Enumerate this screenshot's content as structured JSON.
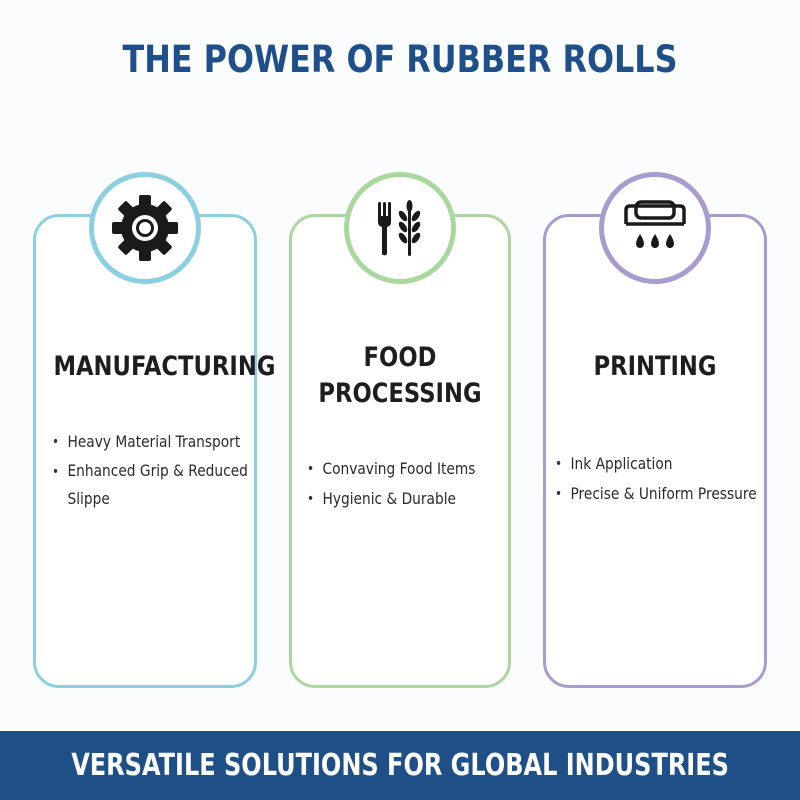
{
  "header": {
    "title": "THE POWER OF RUBBER ROLLS"
  },
  "cards": [
    {
      "icon": "gear-icon",
      "color": "#8ccfe2",
      "title_lines": [
        "MANUFACTURING"
      ],
      "bullets": [
        {
          "lines": [
            "Heavy Material Transport"
          ]
        },
        {
          "lines": [
            "Enhanced Grip & Reduced",
            "Slippe"
          ]
        }
      ]
    },
    {
      "icon": "fork-and-wheat-icon",
      "color": "#a9d79e",
      "title_lines": [
        "FOOD",
        "PROCESSING"
      ],
      "bullets": [
        {
          "lines": [
            "Convaving Food Items"
          ]
        },
        {
          "lines": [
            "Hygienic & Durable"
          ]
        }
      ]
    },
    {
      "icon": "ink-roller-icon",
      "color": "#a99bd0",
      "title_lines": [
        "PRINTING"
      ],
      "bullets": [
        {
          "lines": [
            "Ink Application"
          ]
        },
        {
          "lines": [
            "Precise & Uniform Pressure"
          ]
        }
      ]
    }
  ],
  "footer": {
    "text": "VERSATILE SOLUTIONS FOR GLOBAL INDUSTRIES"
  },
  "colors": {
    "title": "#1f4f8b",
    "footer_bg": "#1e4f86"
  }
}
